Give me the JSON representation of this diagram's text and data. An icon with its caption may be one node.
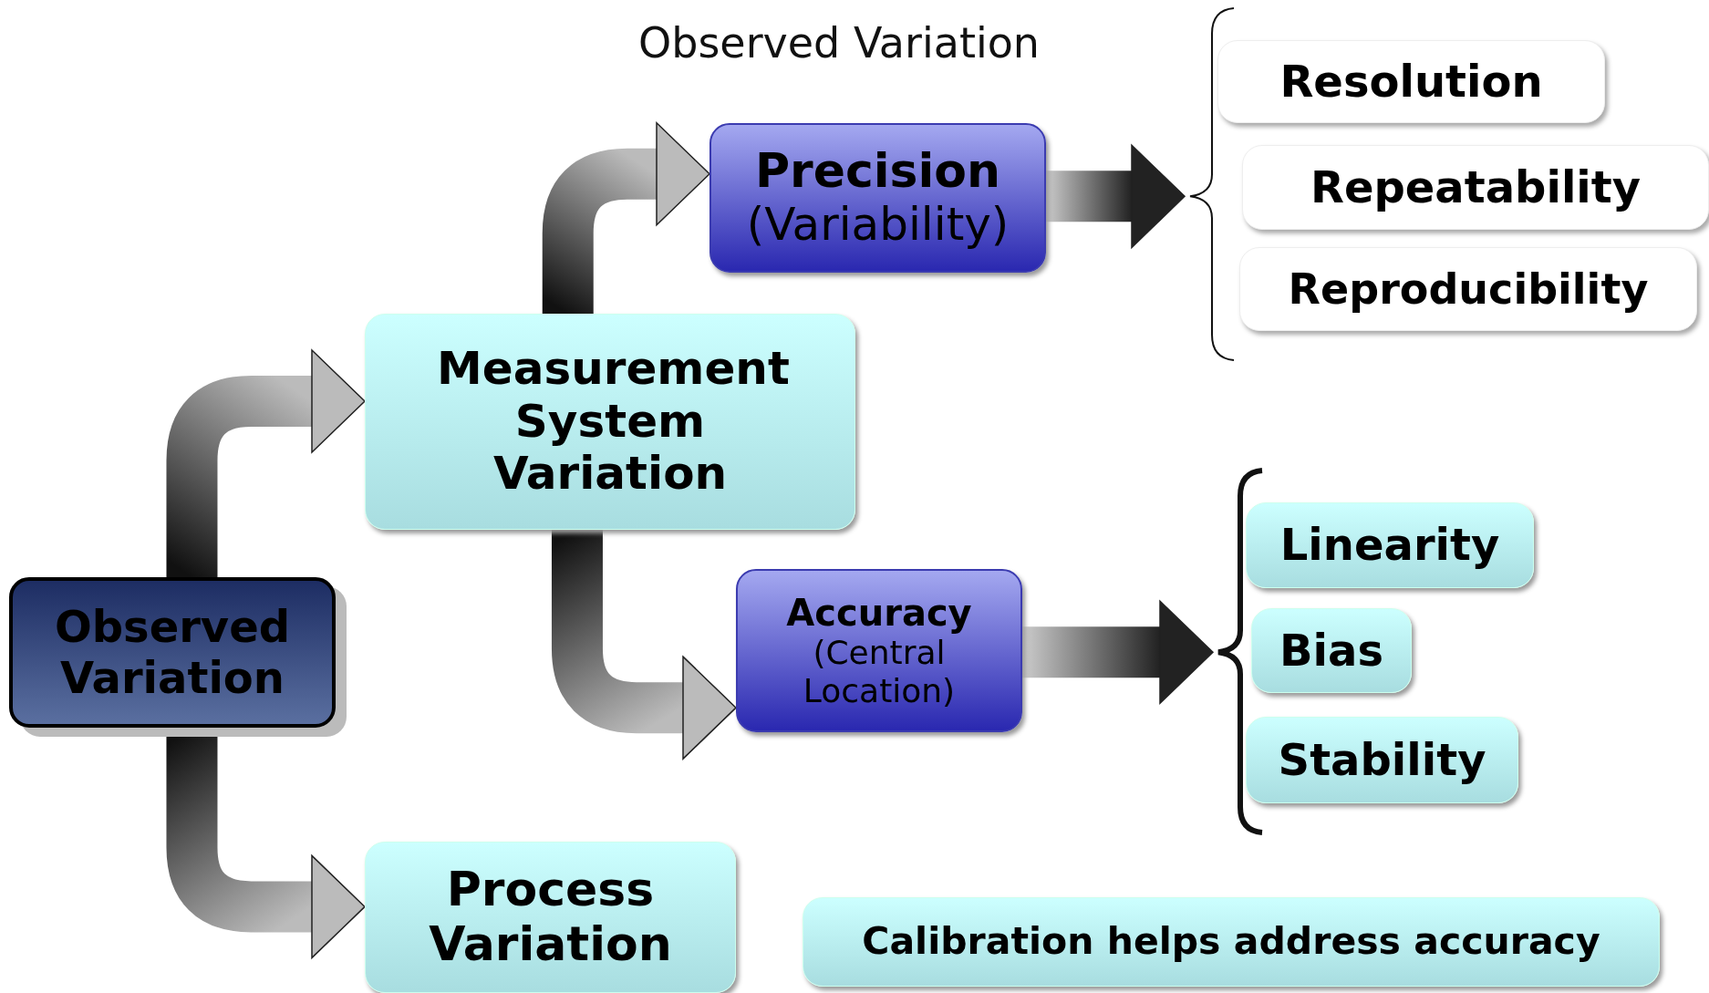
{
  "diagram": {
    "title": "Observed Variation",
    "nodes": [
      {
        "text": [
          "Observed Variation"
        ]
      },
      {
        "text": [
          "Measurement System Variation"
        ]
      },
      {
        "text": [
          "Precision",
          "(Variability)"
        ]
      },
      {
        "text": [
          "Accuracy",
          "(Central Location)"
        ]
      },
      {
        "text": [
          "Process Variation"
        ]
      },
      {
        "text": [
          "Resolution"
        ]
      },
      {
        "text": [
          "Repeatability"
        ]
      },
      {
        "text": [
          "Reproducibility"
        ]
      },
      {
        "text": [
          "Linearity"
        ]
      },
      {
        "text": [
          "Bias"
        ]
      },
      {
        "text": [
          "Stability"
        ]
      },
      {
        "text": [
          "Calibration helps address accuracy"
        ]
      }
    ],
    "edges": [
      {
        "from": 0,
        "to": 1,
        "arrow": "to"
      },
      {
        "from": 0,
        "to": 4,
        "arrow": "to"
      },
      {
        "from": 1,
        "to": 2,
        "arrow": "to"
      },
      {
        "from": 1,
        "to": 3,
        "arrow": "to"
      },
      {
        "from": 2,
        "to": 5,
        "arrow": "to"
      },
      {
        "from": 2,
        "to": 6,
        "arrow": "to"
      },
      {
        "from": 2,
        "to": 7,
        "arrow": "to"
      },
      {
        "from": 3,
        "to": 8,
        "arrow": "to"
      },
      {
        "from": 3,
        "to": 9,
        "arrow": "to"
      },
      {
        "from": 3,
        "to": 10,
        "arrow": "to"
      }
    ]
  }
}
